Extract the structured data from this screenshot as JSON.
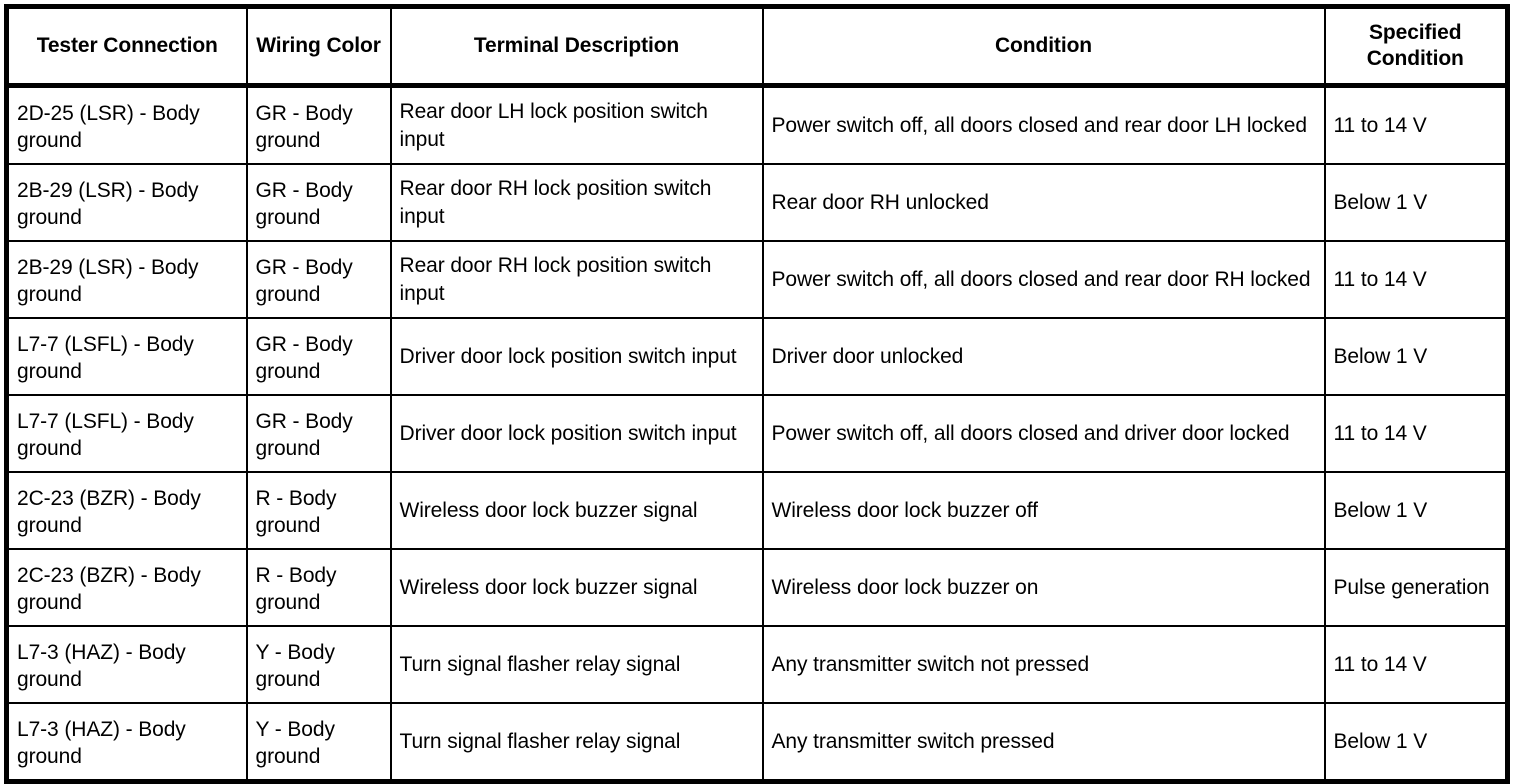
{
  "table": {
    "columns": [
      "Tester Connection",
      "Wiring Color",
      "Terminal Description",
      "Condition",
      "Specified Condition"
    ],
    "rows": [
      {
        "connection": "2D-25 (LSR) - Body ground",
        "color": "GR - Body ground",
        "terminal": "Rear door LH lock position switch input",
        "condition": "Power switch off, all doors closed and rear door LH locked",
        "specified": "11 to 14 V"
      },
      {
        "connection": "2B-29 (LSR) - Body ground",
        "color": "GR - Body ground",
        "terminal": "Rear door RH lock position switch input",
        "condition": "Rear door RH unlocked",
        "specified": "Below 1 V"
      },
      {
        "connection": "2B-29 (LSR) - Body ground",
        "color": "GR - Body ground",
        "terminal": "Rear door RH lock position switch input",
        "condition": "Power switch off, all doors closed and rear door RH locked",
        "specified": "11 to 14 V"
      },
      {
        "connection": "L7-7 (LSFL) - Body ground",
        "color": "GR - Body ground",
        "terminal": "Driver door lock position switch input",
        "condition": "Driver door unlocked",
        "specified": "Below 1 V"
      },
      {
        "connection": "L7-7 (LSFL) - Body ground",
        "color": "GR - Body ground",
        "terminal": "Driver door lock position switch input",
        "condition": "Power switch off, all doors closed and driver door locked",
        "specified": "11 to 14 V"
      },
      {
        "connection": "2C-23 (BZR) - Body ground",
        "color": "R - Body ground",
        "terminal": "Wireless door lock buzzer signal",
        "condition": "Wireless door lock buzzer off",
        "specified": "Below 1 V"
      },
      {
        "connection": "2C-23 (BZR) - Body ground",
        "color": "R - Body ground",
        "terminal": "Wireless door lock buzzer signal",
        "condition": "Wireless door lock buzzer on",
        "specified": "Pulse generation"
      },
      {
        "connection": "L7-3 (HAZ) - Body ground",
        "color": "Y - Body ground",
        "terminal": "Turn signal flasher relay signal",
        "condition": "Any transmitter switch not pressed",
        "specified": "11 to 14 V"
      },
      {
        "connection": "L7-3 (HAZ) - Body ground",
        "color": "Y - Body ground",
        "terminal": "Turn signal flasher relay signal",
        "condition": "Any transmitter switch pressed",
        "specified": "Below 1 V"
      }
    ]
  },
  "colors": {
    "border": "#000000",
    "text": "#000000",
    "background": "#ffffff"
  }
}
